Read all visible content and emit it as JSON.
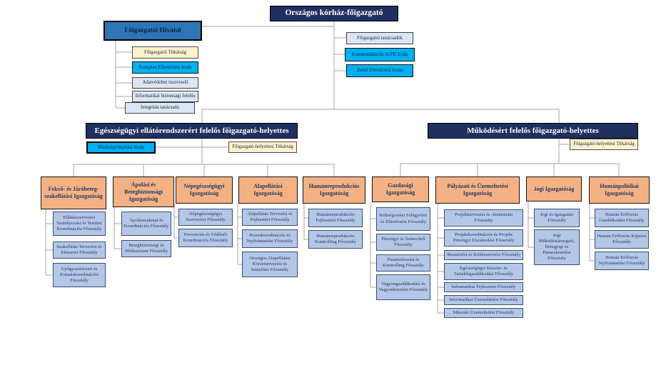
{
  "title": "Országos kórház-főigazgató",
  "colors": {
    "navy": "#1e2f60",
    "hivatal_blue": "#2e75b6",
    "cyan": "#00b0f0",
    "cream": "#fff2cc",
    "pale_blue": "#dce6f2",
    "orange": "#f4b183",
    "department_blue": "#b4c7e7",
    "line_gray": "#a6a6a6"
  },
  "root": {
    "label": "Országos kórház-főigazgató"
  },
  "root_offices": [
    {
      "label": "Főigazgatói tanácsadók"
    },
    {
      "label": "Kommunikációs és PR Iroda"
    },
    {
      "label": "Belső Ellenőrzési Iroda"
    }
  ],
  "hivatal": {
    "label": "Főigazgatói Hivatal",
    "children": [
      {
        "label": "Főigazgatói Titkárság"
      },
      {
        "label": "Komplex Ellenőrzési Iroda"
      },
      {
        "label": "Adatvédelmi tisztviselő"
      },
      {
        "label": "Informatikai biztonsági felelős"
      },
      {
        "label": "Integritás tanácsadó"
      }
    ]
  },
  "deputy_left": {
    "label": "Egészségügyi ellátórendszerért felelős főigazgató-helyettes",
    "iroda": "Minőségirányítási Iroda",
    "titkarsag": "Főigazgató-helyettesi Titkárság"
  },
  "deputy_right": {
    "label": "Működésért felelős főigazgató-helyettes",
    "titkarsag": "Főigazgató-helyettesi Titkárság"
  },
  "directorates": [
    {
      "label": "Fekvő- és Járóbeteg-szakellátási Igazgatóság",
      "departments": [
        "Ellátásszervezési Szabályozási és Területi Koordinációs Főosztály",
        "Szakellátás Tervezési és Elemzési Főosztály",
        "Gyógyszerészeti és Kutatáskoordinációs Főosztály"
      ]
    },
    {
      "label": "Ápolási és Betegbiztonsági Igazgatóság",
      "departments": [
        "Ápolásszakmai és Koordinációs Főosztály",
        "Betegbiztonsági és Módszertani Főosztály"
      ]
    },
    {
      "label": "Népegészségügyi Igazgatóság",
      "departments": [
        "Népegészségügyi Szervezési Főosztály",
        "Prevenciós és Védőnői Koordinációs Főosztály"
      ]
    },
    {
      "label": "Alapellátási Igazgatóság",
      "departments": [
        "Alapellátás Tervezési és Fejlesztési Főosztály",
        "Praxiskoordinációs és Nyilvántartási Főosztály",
        "Országos Alapellátási Körzettervezési és Irányítási Főosztály"
      ]
    },
    {
      "label": "Humánreprodukciós Igazgatóság",
      "departments": [
        "Humánreprodukciós Fejlesztési Főosztály",
        "Humánreprodukciós Kontrolling Főosztály"
      ]
    },
    {
      "label": "Gazdasági Igazgatóság",
      "departments": [
        "Költségvetési Felügyeleti és Ellenőrzési Főosztály",
        "Pénzügyi és Számviteli Főosztály",
        "Finanszírozási és Kontrolling Főosztály",
        "Vagyongazdálkodási és Vagyonkezelési Főosztály"
      ]
    },
    {
      "label": "Pályázati és Üzemeltetési Igazgatóság",
      "departments": [
        "Projekttervezési és -fenntartási Főosztály",
        "Projektkoordinációs és Projekt Pénzügyi Elszámolási Főosztály",
        "Beszerzési és Közbeszerzési Főosztály",
        "Egészségügyi Készlet- és Tartalékgazdálkodási Főosztály",
        "Informatikai Fejlesztési Főosztály",
        "Informatikai Üzemeltetési Főosztály",
        "Műszaki Üzemeltetési Főosztály"
      ]
    },
    {
      "label": "Jogi Igazgatóság",
      "departments": [
        "Jogi és Igazgatási Főosztály",
        "Jogi Működéstámogató, Betegjogi és Panaszkezelési Főosztály"
      ]
    },
    {
      "label": "Humánpolitikai Igazgatóság",
      "departments": [
        "Humán Erőforrás Gazdálkodási Főosztály",
        "Humán Erőforrás Képzési Főosztály",
        "Humán Erőforrás Nyilvántartási Főosztály"
      ]
    }
  ]
}
